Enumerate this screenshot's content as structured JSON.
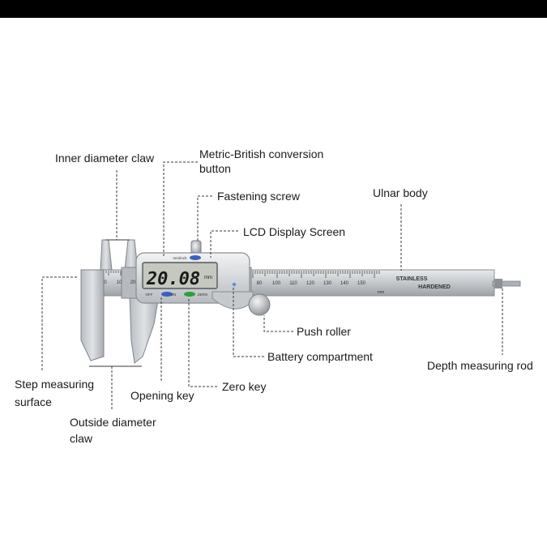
{
  "colors": {
    "background": "#ffffff",
    "top_bar": "#000000",
    "leader_line": "#3a3a3a",
    "metal": "#c9ccd0",
    "lcd": "#c4c8be",
    "accent_blue": "#3b5fc0",
    "accent_green": "#2e9e3a"
  },
  "labels": {
    "inner_diameter_claw": "Inner diameter claw",
    "metric_british_line1": "Metric-British conversion",
    "metric_british_line2": "button",
    "fastening_screw": "Fastening screw",
    "lcd_display_screen": "LCD Display Screen",
    "ulnar_body": "Ulnar body",
    "push_roller": "Push roller",
    "battery_compartment": "Battery compartment",
    "depth_measuring_rod": "Depth measuring rod",
    "step_measuring_line1": "Step measuring",
    "step_measuring_line2": "surface",
    "opening_key": "Opening key",
    "zero_key": "Zero key",
    "outside_diameter_line1": "Outside diameter",
    "outside_diameter_line2": "claw"
  },
  "caliper": {
    "display_reading": "20.08",
    "display_unit": "mm",
    "button_top_label": "mm/inch",
    "button_off": "OFF",
    "button_on": "ON",
    "button_zero": "ZERO",
    "beam_text_1": "STAINLESS",
    "beam_text_2": "HARDENED",
    "beam_unit": "mm",
    "scale_numbers": [
      "80",
      "100",
      "110",
      "120",
      "130",
      "140",
      "150"
    ],
    "jaw_scale_numbers": [
      "0",
      "10",
      "20"
    ]
  }
}
